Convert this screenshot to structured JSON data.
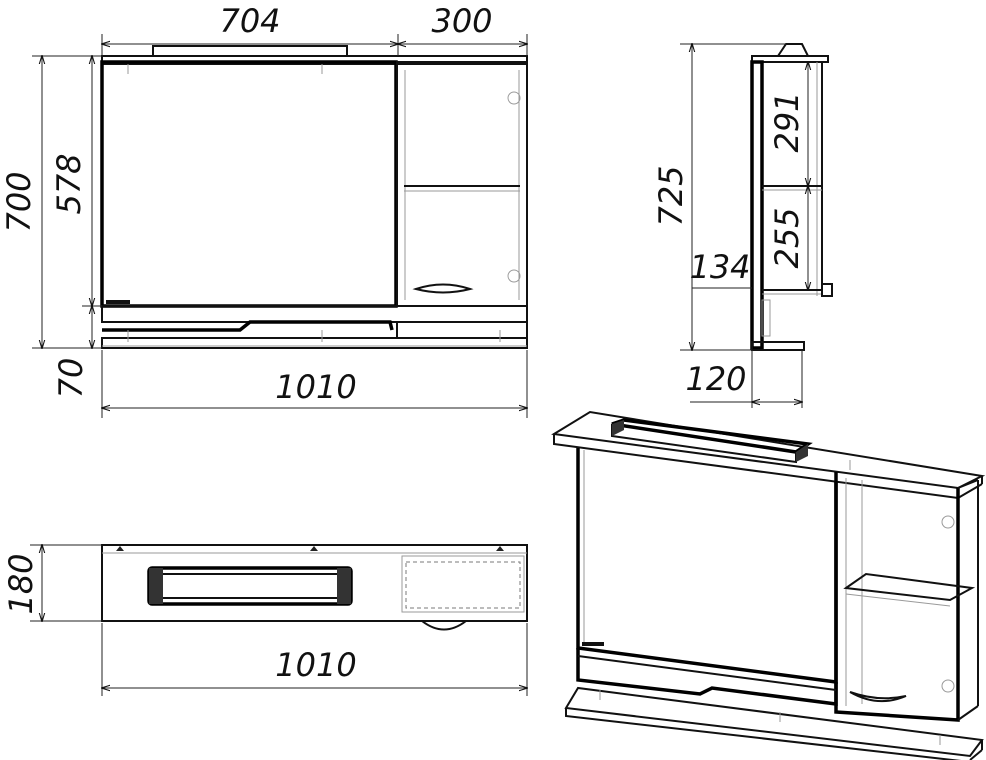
{
  "front_view": {
    "width_left": "704",
    "width_right": "300",
    "height_total": "700",
    "height_mirror": "578",
    "height_bottom": "70",
    "width_total": "1010"
  },
  "side_view": {
    "height_total": "725",
    "shelf_upper": "291",
    "shelf_lower": "255",
    "offset_bottom": "134",
    "depth": "120"
  },
  "top_view": {
    "depth": "180",
    "width_total": "1010"
  }
}
